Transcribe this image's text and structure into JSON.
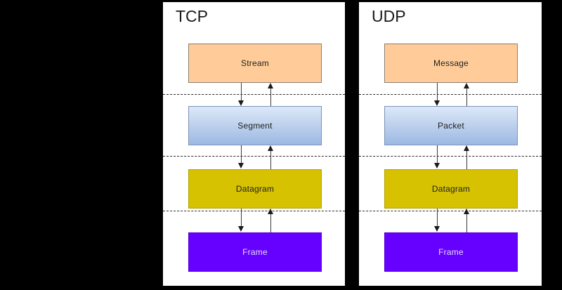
{
  "background_color": "#000000",
  "panels": [
    {
      "id": "tcp",
      "title": "TCP",
      "nodes": [
        {
          "label": "Stream",
          "color": "#ffcc99"
        },
        {
          "label": "Segment",
          "color": "#9cb9e3"
        },
        {
          "label": "Datagram",
          "color": "#d6c200"
        },
        {
          "label": "Frame",
          "color": "#6600ff"
        }
      ],
      "dividers": 3
    },
    {
      "id": "udp",
      "title": "UDP",
      "nodes": [
        {
          "label": "Message",
          "color": "#ffcc99"
        },
        {
          "label": "Packet",
          "color": "#9cb9e3"
        },
        {
          "label": "Datagram",
          "color": "#d6c200"
        },
        {
          "label": "Frame",
          "color": "#6600ff"
        }
      ],
      "dividers": 3
    }
  ],
  "arrows": {
    "down_icon": "arrow-down-icon",
    "up_icon": "arrow-up-icon"
  }
}
